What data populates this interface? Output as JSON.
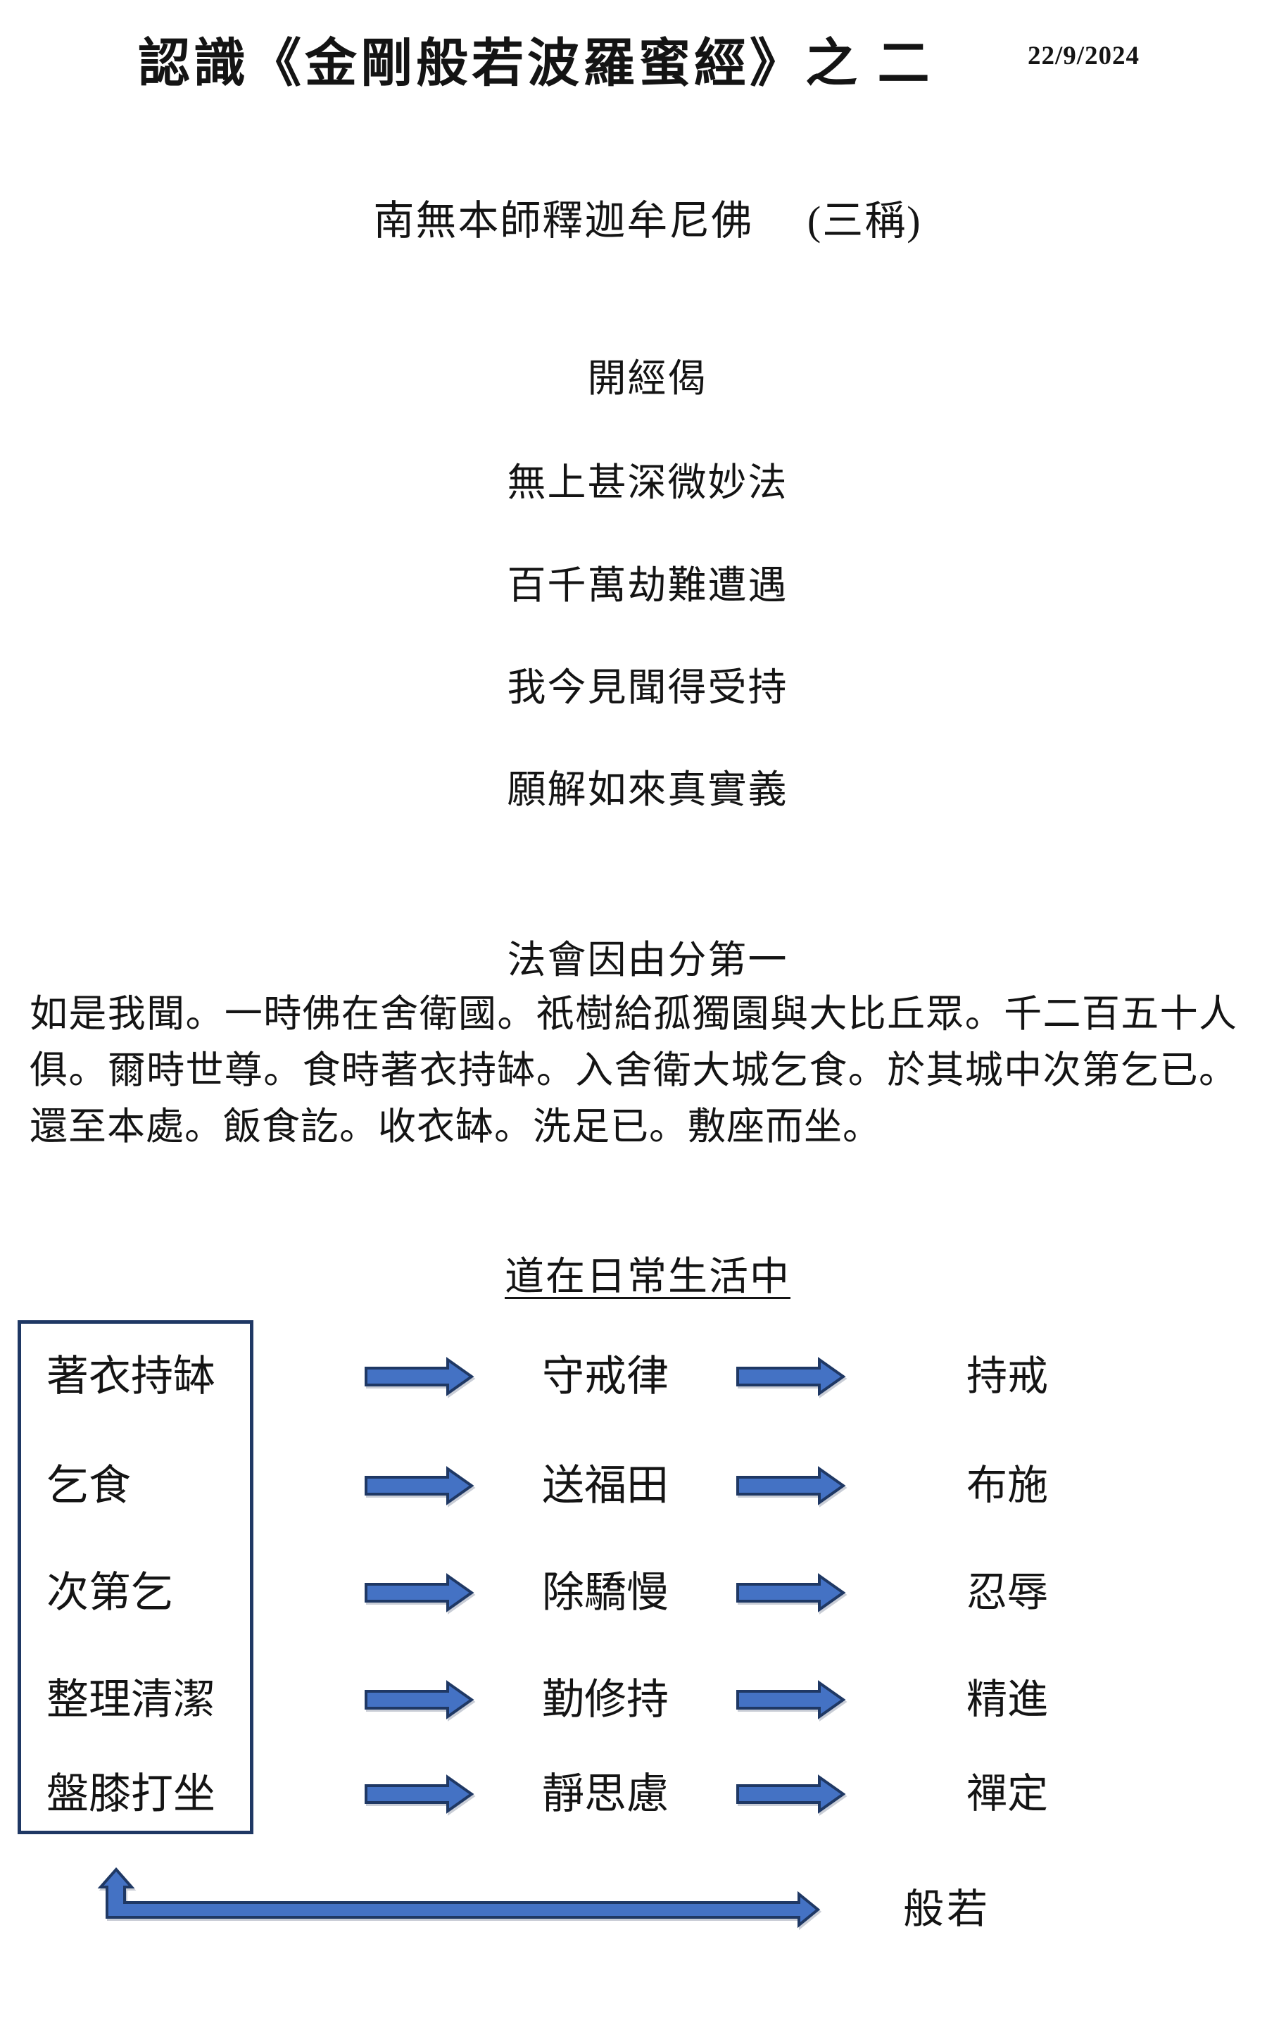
{
  "header": {
    "title": "認識《金剛般若波羅蜜經》之 二",
    "date": "22/9/2024"
  },
  "invocation": "南無本師釋迦牟尼佛　 (三稱)",
  "opening": {
    "heading": "開經偈",
    "verses": [
      "無上甚深微妙法",
      "百千萬劫難遭遇",
      "我今見聞得受持",
      "願解如來真實義"
    ]
  },
  "chapter": {
    "heading": "法會因由分第一",
    "body": "如是我聞。一時佛在舍衛國。祇樹給孤獨園與大比丘眾。千二百五十人俱。爾時世尊。食時著衣持缽。入舍衛大城乞食。於其城中次第乞已。還至本處。飯食訖。收衣缽。洗足已。敷座而坐。"
  },
  "diagram": {
    "heading": "道在日常生活中",
    "rows": [
      {
        "practice": "著衣持缽",
        "meaning": "守戒律",
        "paramita": "持戒"
      },
      {
        "practice": "乞食",
        "meaning": "送福田",
        "paramita": "布施"
      },
      {
        "practice": "次第乞",
        "meaning": "除驕慢",
        "paramita": "忍辱"
      },
      {
        "practice": "整理清潔",
        "meaning": "勤修持",
        "paramita": "精進"
      },
      {
        "practice": "盤膝打坐",
        "meaning": "靜思慮",
        "paramita": "禪定"
      }
    ],
    "feedback_label": "般若",
    "colors": {
      "arrow_fill": "#4472c4",
      "arrow_stroke": "#1f3864",
      "box_border": "#1f3864",
      "text": "#141414"
    }
  }
}
